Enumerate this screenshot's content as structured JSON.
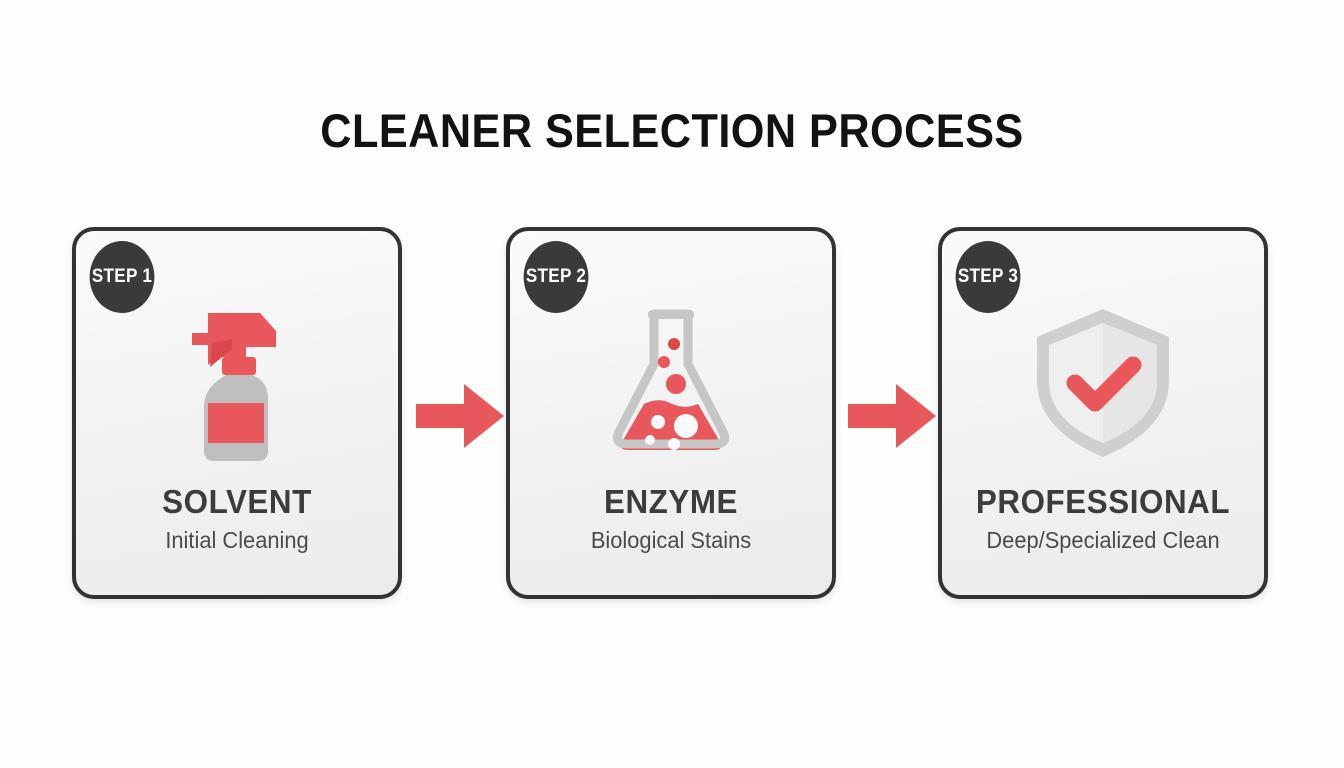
{
  "page": {
    "title": "CLEANER SELECTION PROCESS",
    "background_color": "#fdfdfd",
    "accent_color": "#e8575c",
    "border_color": "#333333",
    "badge_color": "#3a3a3a",
    "text_color": "#3c3c3c"
  },
  "steps": [
    {
      "badge": "STEP 1",
      "label": "SOLVENT",
      "sublabel": "Initial Cleaning",
      "icon": "spray-bottle-icon"
    },
    {
      "badge": "STEP 2",
      "label": "ENZYME",
      "sublabel": "Biological Stains",
      "icon": "flask-icon"
    },
    {
      "badge": "STEP 3",
      "label": "PROFESSIONAL",
      "sublabel": "Deep/Specialized Clean",
      "icon": "shield-check-icon"
    }
  ],
  "connectors": [
    {
      "icon": "arrow-right-icon"
    },
    {
      "icon": "arrow-right-icon"
    }
  ]
}
